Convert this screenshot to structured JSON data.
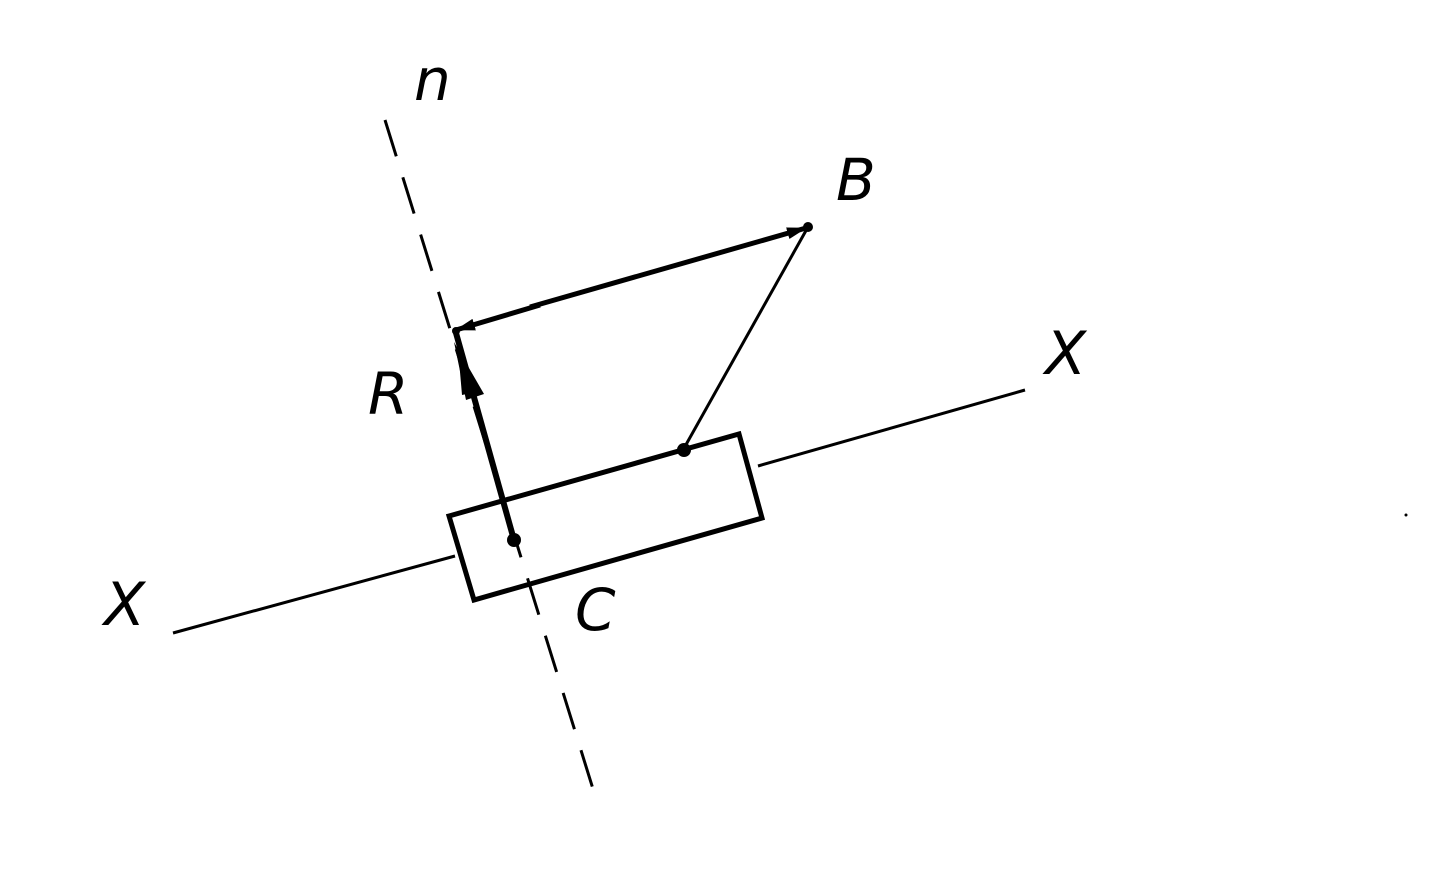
{
  "colors": {
    "ink": "#000000",
    "paper": "#ffffff"
  },
  "labels": {
    "normal": "n",
    "point_b": "B",
    "reaction": "R",
    "axis_left": "X",
    "axis_right": "X",
    "center": "C"
  }
}
